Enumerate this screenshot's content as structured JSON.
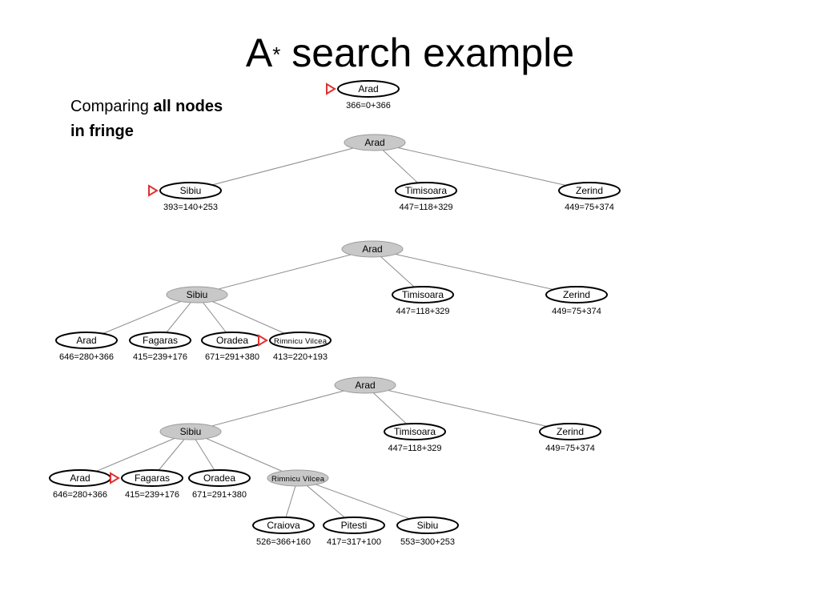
{
  "slide": {
    "title_main": "A",
    "title_sup": "*",
    "title_rest": " search example",
    "caption_plain": "Comparing ",
    "caption_bold": "all nodes in fringe"
  },
  "trees": [
    {
      "nodes": [
        {
          "id": "a",
          "name": "Arad",
          "f": "366=0+366",
          "expanded": false,
          "selected": true
        }
      ],
      "edges": []
    },
    {
      "nodes": [
        {
          "id": "a",
          "name": "Arad",
          "f": "",
          "expanded": true
        },
        {
          "id": "s",
          "name": "Sibiu",
          "f": "393=140+253",
          "expanded": false,
          "selected": true
        },
        {
          "id": "t",
          "name": "Timisoara",
          "f": "447=118+329",
          "expanded": false
        },
        {
          "id": "z",
          "name": "Zerind",
          "f": "449=75+374",
          "expanded": false
        }
      ],
      "edges": [
        [
          "a",
          "s"
        ],
        [
          "a",
          "t"
        ],
        [
          "a",
          "z"
        ]
      ]
    },
    {
      "nodes": [
        {
          "id": "a",
          "name": "Arad",
          "f": "",
          "expanded": true
        },
        {
          "id": "s",
          "name": "Sibiu",
          "f": "",
          "expanded": true
        },
        {
          "id": "t",
          "name": "Timisoara",
          "f": "447=118+329",
          "expanded": false
        },
        {
          "id": "z",
          "name": "Zerind",
          "f": "449=75+374",
          "expanded": false
        },
        {
          "id": "a2",
          "name": "Arad",
          "f": "646=280+366",
          "expanded": false
        },
        {
          "id": "fg",
          "name": "Fagaras",
          "f": "415=239+176",
          "expanded": false
        },
        {
          "id": "o",
          "name": "Oradea",
          "f": "671=291+380",
          "expanded": false
        },
        {
          "id": "r",
          "name": "Rimnicu Vilcea",
          "f": "413=220+193",
          "expanded": false,
          "selected": true
        }
      ],
      "edges": [
        [
          "a",
          "s"
        ],
        [
          "a",
          "t"
        ],
        [
          "a",
          "z"
        ],
        [
          "s",
          "a2"
        ],
        [
          "s",
          "fg"
        ],
        [
          "s",
          "o"
        ],
        [
          "s",
          "r"
        ]
      ]
    },
    {
      "nodes": [
        {
          "id": "a",
          "name": "Arad",
          "f": "",
          "expanded": true
        },
        {
          "id": "s",
          "name": "Sibiu",
          "f": "",
          "expanded": true
        },
        {
          "id": "t",
          "name": "Timisoara",
          "f": "447=118+329",
          "expanded": false
        },
        {
          "id": "z",
          "name": "Zerind",
          "f": "449=75+374",
          "expanded": false
        },
        {
          "id": "a2",
          "name": "Arad",
          "f": "646=280+366",
          "expanded": false
        },
        {
          "id": "fg",
          "name": "Fagaras",
          "f": "415=239+176",
          "expanded": false,
          "selected": true
        },
        {
          "id": "o",
          "name": "Oradea",
          "f": "671=291+380",
          "expanded": false
        },
        {
          "id": "r",
          "name": "Rimnicu Vilcea",
          "f": "",
          "expanded": true
        },
        {
          "id": "c",
          "name": "Craiova",
          "f": "526=366+160",
          "expanded": false
        },
        {
          "id": "p",
          "name": "Pitesti",
          "f": "417=317+100",
          "expanded": false
        },
        {
          "id": "s2",
          "name": "Sibiu",
          "f": "553=300+253",
          "expanded": false
        }
      ],
      "edges": [
        [
          "a",
          "s"
        ],
        [
          "a",
          "t"
        ],
        [
          "a",
          "z"
        ],
        [
          "s",
          "a2"
        ],
        [
          "s",
          "fg"
        ],
        [
          "s",
          "o"
        ],
        [
          "s",
          "r"
        ],
        [
          "r",
          "c"
        ],
        [
          "r",
          "p"
        ],
        [
          "r",
          "s2"
        ]
      ]
    }
  ]
}
